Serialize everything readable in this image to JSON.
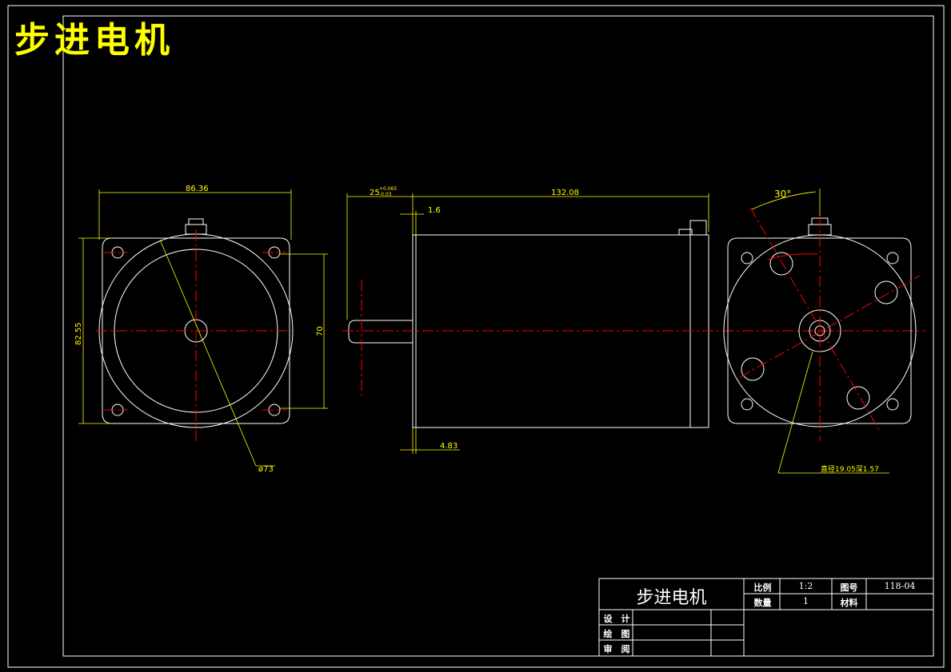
{
  "drawing_title": "步进电机",
  "dimensions": {
    "front_width": "86.36",
    "front_height": "82.55",
    "bolt_spacing": "70",
    "circle_dia": "ø73",
    "shaft_len": "25",
    "shaft_tol_upper": "+0.065",
    "shaft_tol_lower": "-0.03",
    "body_length": "132.08",
    "flange_thk": "1.6",
    "rear_offset": "4.83",
    "angle": "30°",
    "hole_note": "直径19.05深1.57"
  },
  "title_block": {
    "name": "步进电机",
    "scale_label": "比例",
    "scale_value": "1:2",
    "drawing_no_label": "图号",
    "drawing_no_value": "118-04",
    "qty_label": "数量",
    "qty_value": "1",
    "material_label": "材料",
    "material_value": "",
    "design_label": "设　计",
    "draw_label": "绘　图",
    "review_label": "审　阅"
  },
  "colors": {
    "background": "#000000",
    "outline": "#ffffff",
    "dimension": "#ffff00",
    "centerline": "#ff0000"
  }
}
